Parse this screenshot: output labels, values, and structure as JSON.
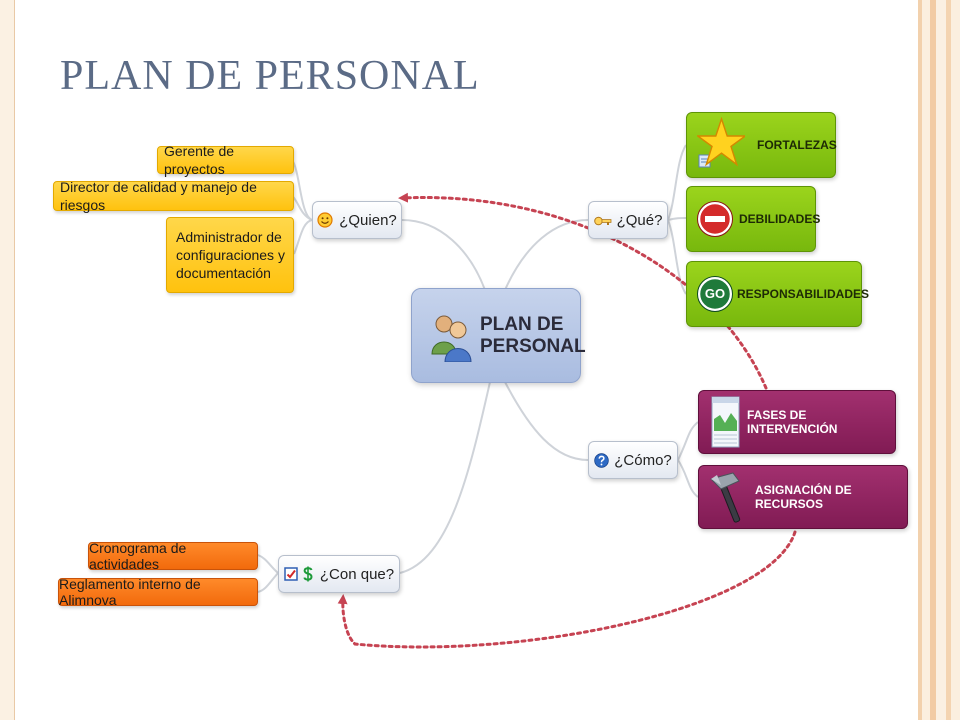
{
  "slide": {
    "title": "PLAN DE PERSONAL"
  },
  "center_node": {
    "label": "PLAN DE PERSONAL",
    "line1": "PLAN DE",
    "line2": "PERSONAL",
    "icon": "people-icon"
  },
  "branches": {
    "quien": {
      "label": "¿Quien?",
      "icon": "smiley-icon",
      "children": [
        "Gerente de proyectos",
        "Director de calidad y manejo de riesgos",
        "Administrador de configuraciones y documentación"
      ],
      "child3_lines": [
        "Administrador de",
        "configuraciones y",
        "documentación"
      ]
    },
    "que": {
      "label": "¿Qué?",
      "icon": "key-icon",
      "children": [
        {
          "label": "FORTALEZAS",
          "icon": "star-icon"
        },
        {
          "label": "DEBILIDADES",
          "icon": "stop-icon"
        },
        {
          "label": "RESPONSABILIDADES",
          "icon": "go-icon",
          "icon_text": "GO"
        }
      ]
    },
    "como": {
      "label": "¿Cómo?",
      "icon": "help-icon",
      "children": [
        {
          "label": "FASES DE INTERVENCIÓN",
          "icon": "calendar-icon"
        },
        {
          "label": "ASIGNACIÓN DE RECURSOS",
          "icon": "hammer-icon"
        }
      ]
    },
    "con_que": {
      "label": "¿Con que?",
      "icons": [
        "checkbox-icon",
        "dollar-icon"
      ],
      "children": [
        "Cronograma de actividades",
        "Reglamento interno de Alimnova"
      ]
    }
  },
  "colors": {
    "title": "#5b6b86",
    "connector": "#c9cdd3",
    "relationship": "#c64352",
    "green": "#8cc715",
    "purple": "#8e2160",
    "yellow": "#ffc20e",
    "orange": "#f37a1f",
    "center": "#b6c6e6"
  }
}
